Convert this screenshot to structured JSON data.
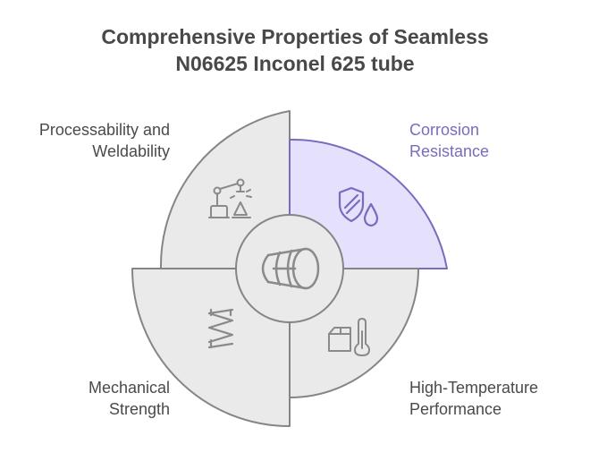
{
  "title": {
    "line1": "Comprehensive Properties of Seamless",
    "line2": "N06625 Inconel 625 tube"
  },
  "quadrants": {
    "top_left": {
      "line1": "Processability and",
      "line2": "Weldability",
      "icon": "robotic-arm-welding-icon"
    },
    "top_right": {
      "line1": "Corrosion",
      "line2": "Resistance",
      "icon": "shield-droplet-icon",
      "highlighted": true
    },
    "bottom_right": {
      "line1": "High-Temperature",
      "line2": "Performance",
      "icon": "box-thermometer-icon"
    },
    "bottom_left": {
      "line1": "Mechanical",
      "line2": "Strength",
      "icon": "spring-icon"
    }
  },
  "center": {
    "icon": "tube-cylinder-icon"
  },
  "colors": {
    "segment_fill": "#eaeaea",
    "segment_stroke": "#858585",
    "accent_fill": "#e5e0fb",
    "accent_stroke": "#7b6bbf",
    "title_text": "#484848",
    "label_text": "#4a4a4a",
    "accent_text": "#7b6bbf"
  }
}
